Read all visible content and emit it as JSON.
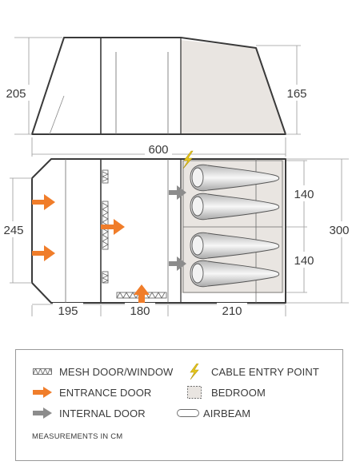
{
  "dimensions": {
    "side_height_left": "205",
    "side_height_right": "165",
    "total_length": "600",
    "width": "245",
    "total_width": "300",
    "bedroom_top": "140",
    "bedroom_bottom": "140",
    "section_left": "195",
    "section_middle": "180",
    "section_right": "210"
  },
  "legend": {
    "mesh": "MESH DOOR/WINDOW",
    "cable": "CABLE ENTRY POINT",
    "entrance": "ENTRANCE DOOR",
    "bedroom": "BEDROOM",
    "internal": "INTERNAL DOOR",
    "airbeam": "AIRBEAM",
    "note": "MEASUREMENTS IN CM"
  },
  "colors": {
    "outline": "#3a3a3a",
    "bedroom_fill": "#e9e5e1",
    "entrance_arrow": "#f07d2a",
    "internal_arrow": "#8c8c8c",
    "cable": "#e6c61c"
  }
}
